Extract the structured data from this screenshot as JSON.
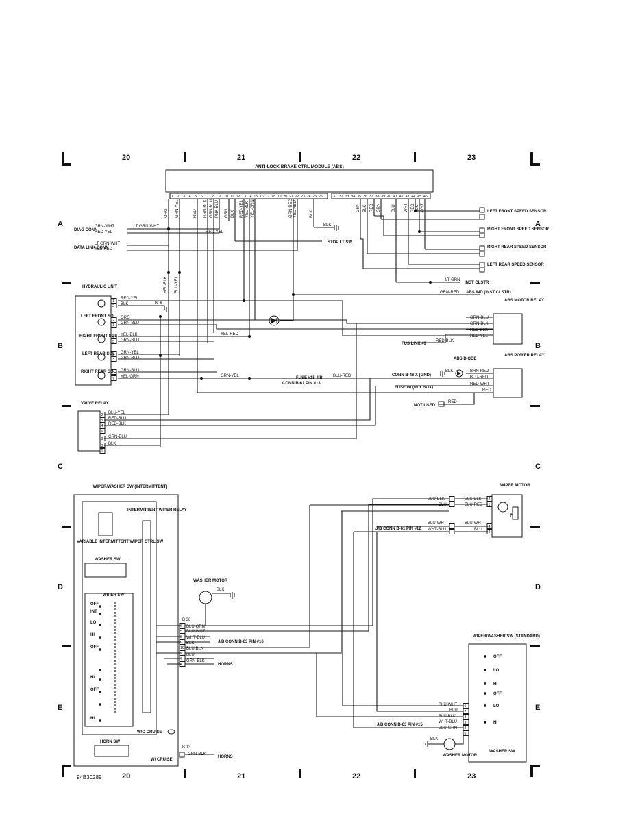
{
  "grid": {
    "columns": [
      "20",
      "21",
      "22",
      "23"
    ],
    "rows": [
      "A",
      "B",
      "C",
      "D",
      "E"
    ]
  },
  "figure_id": "94B30289",
  "module": {
    "title": "ANTI-LOCK BRAKE CTRL MODULE (ABS)",
    "pins_left": [
      "1",
      "2",
      "3",
      "4",
      "5",
      "6",
      "7",
      "8",
      "9",
      "10",
      "11",
      "12",
      "13",
      "14",
      "15",
      "16",
      "17",
      "18",
      "19",
      "20",
      "21",
      "22",
      "23",
      "24",
      "25",
      "26"
    ],
    "pins_right": [
      "31",
      "32",
      "33",
      "34",
      "35",
      "36",
      "37",
      "38",
      "39",
      "40",
      "41",
      "42",
      "43",
      "44",
      "45",
      "46"
    ],
    "wires_left": [
      "ORG",
      "GRN-YEL",
      "RED",
      "GRN-BLK",
      "GRN-BLU",
      "PNK-BLU",
      "GRN",
      "BLK",
      "RED-YEL",
      "YEL-BLK",
      "YEL-GRN",
      "GRN-RED",
      "YEL-RED",
      "BLK"
    ],
    "wires_right": [
      "GRN",
      "BLK",
      "RED",
      "GRN",
      "BLU",
      "WHT",
      "RED",
      "BLK",
      "WHT"
    ]
  },
  "abs": {
    "diag_conn": "DIAG CONN",
    "data_link_conn": "DATA LINK CONN",
    "lt_grn_wht": "LT GRN-WHT",
    "grn_wht": "GRN-WHT",
    "red_yel": "RED-YEL",
    "yel_red": "YEL-RED",
    "blk": "BLK",
    "stop_lt_sw": "STOP LT SW",
    "sensors": [
      "LEFT FRONT SPEED SENSOR",
      "RIGHT FRONT SPEED SENSOR",
      "RIGHT REAR SPEED SENSOR",
      "LEFT REAR SPEED SENSOR"
    ],
    "lt_grn": "LT GRN",
    "inst_clstr": "INST CLSTR",
    "grn_red": "GRN-RED",
    "abs_ind": "ABS IND (INST CLSTR)",
    "yel_blk": "YEL-BLK",
    "blu_yel": "BLU-YEL",
    "hydraulic_unit": "HYDRAULIC UNIT",
    "hyd_labels": [
      "LEFT FRONT SOL",
      "RIGHT FRONT SOL",
      "LEFT REAR SOL",
      "RIGHT REAR SOL"
    ],
    "hyd_wires": [
      "RED-YEL",
      "BLK",
      "ORG",
      "GRN-BLU",
      "YEL-BLK",
      "GRN-BLU",
      "GRN-YEL",
      "GRN-BLU",
      "GRN-BLU",
      "YEL-GRN"
    ],
    "yel_red_mid": "YEL-RED",
    "grn_yel_mid": "GRN-YEL",
    "abs_motor_relay": "ABS MOTOR RELAY",
    "motor_relay_wires": [
      "GRN-BLU",
      "GRN-BLK",
      "RED-BLK",
      "RED-YEL"
    ],
    "fus_link": "FUS LINK #9",
    "red_blk": "RED-BLK",
    "abs_diode": "ABS DIODE",
    "conn_b46": "CONN B-46 X (GND)",
    "abs_power_relay": "ABS POWER RELAY",
    "power_relay_wires": [
      "BRN-RED",
      "BLU-RED",
      "RED-WHT",
      "RED"
    ],
    "fuse15": "FUSE #15 J/B",
    "conn_b61": "CONN B-61 PIN #13",
    "blu_red": "BLU-RED",
    "fuse6": "FUSE #6 (RLY BOX)",
    "not_used": "NOT USED",
    "red": "RED",
    "valve_relay": "VALVE RELAY",
    "valve_wires": [
      "BLU-YEL",
      "RED-BLU",
      "RED-BLK",
      "GRN-BLU",
      "BLK"
    ]
  },
  "wiper": {
    "sw_title": "WIPER/WASHER SW (INTERMITTENT)",
    "int_relay": "INTERMITTENT WIPER RELAY",
    "var_ctrl": "VARIABLE INTERMITTENT WIPER CTRL SW",
    "washer_sw": "WASHER SW",
    "wiper_sw": "WIPER SW",
    "positions": [
      "OFF",
      "INT",
      "LO",
      "HI",
      "OFF",
      "HI",
      "OFF",
      "HI"
    ],
    "washer_motor": "WASHER MOTOR",
    "blk": "BLK",
    "b36": "B 36",
    "b36_wires": [
      "BLU-GRN",
      "BLU-WHT",
      "WHT-BLU",
      "BLK",
      "BLU-BLK",
      "BLU",
      "GRN-BLK"
    ],
    "jb_conn_b63_16": "J/B CONN B-63 PIN #16",
    "horns": "HORNS",
    "wo_cruise": "W/O CRUISE",
    "horn_sw": "HORN SW",
    "b13": "B 13",
    "w_cruise": "W/ CRUISE",
    "wiper_motor": "WIPER MOTOR",
    "motor_wires_left": [
      "BLU-BLK",
      "BLU",
      "BLU-WHT",
      "WHT-BLU"
    ],
    "motor_wires_right": [
      "BLK-BLK",
      "BLU-RED",
      "BLU-WHT",
      "BLU"
    ],
    "jb_conn_b61_12": "J/B CONN B-61 PIN #12",
    "cb": "CB",
    "std_title": "WIPER/WASHER SW (STANDARD)",
    "std_positions": [
      "OFF",
      "LO",
      "HI",
      "OFF",
      "LO",
      "HI"
    ],
    "std_wires": [
      "BLU-WHT",
      "BLU",
      "BLU-BLK",
      "WHT-BLU",
      "BLU-GRN"
    ],
    "jb_conn_b63_15": "J/B CONN B-63 PIN #15",
    "washer_motor2": "WASHER MOTOR",
    "washer_sw2": "WASHER SW"
  }
}
